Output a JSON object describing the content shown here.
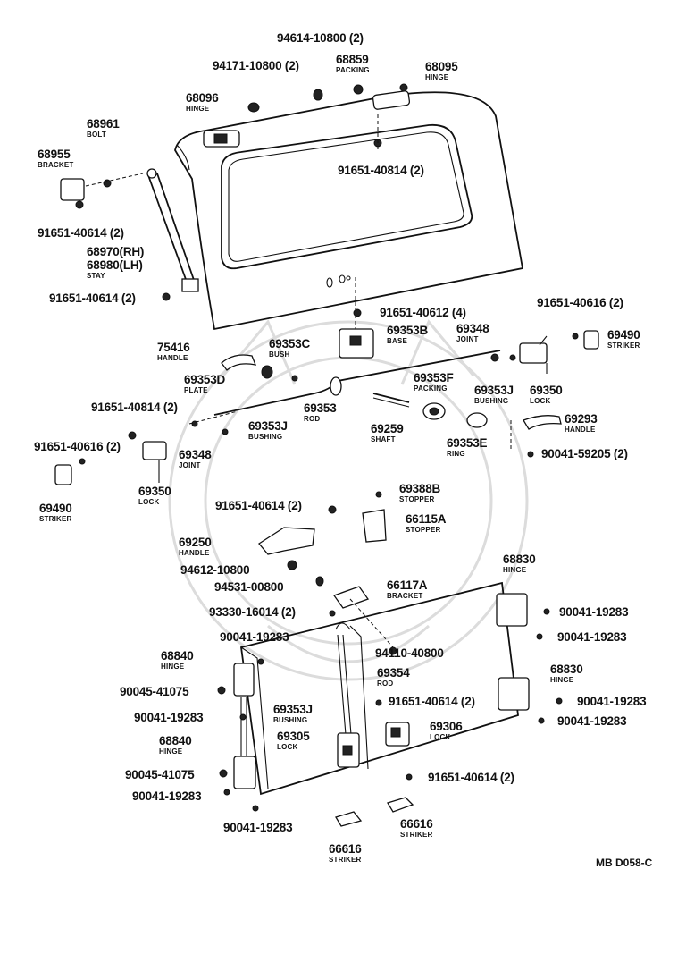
{
  "diagram_code": "MB D058-C",
  "labels": [
    {
      "id": "l01",
      "part": "94614-10800 (2)",
      "name": ""
    },
    {
      "id": "l02",
      "part": "68859",
      "name": "PACKING"
    },
    {
      "id": "l03",
      "part": "68095",
      "name": "HINGE"
    },
    {
      "id": "l04",
      "part": "94171-10800 (2)",
      "name": ""
    },
    {
      "id": "l05",
      "part": "68096",
      "name": "HINGE"
    },
    {
      "id": "l06",
      "part": "68961",
      "name": "BOLT"
    },
    {
      "id": "l07",
      "part": "68955",
      "name": "BRACKET"
    },
    {
      "id": "l08",
      "part": "91651-40814 (2)",
      "name": ""
    },
    {
      "id": "l09",
      "part": "91651-40614 (2)",
      "name": ""
    },
    {
      "id": "l10",
      "part": "68970(RH)",
      "name": ""
    },
    {
      "id": "l11",
      "part": "68980(LH)",
      "name": "STAY"
    },
    {
      "id": "l12",
      "part": "91651-40614 (2)",
      "name": ""
    },
    {
      "id": "l13",
      "part": "91651-40612 (4)",
      "name": ""
    },
    {
      "id": "l14",
      "part": "91651-40616 (2)",
      "name": ""
    },
    {
      "id": "l15",
      "part": "69490",
      "name": "STRIKER"
    },
    {
      "id": "l16",
      "part": "69353B",
      "name": "BASE"
    },
    {
      "id": "l17",
      "part": "69348",
      "name": "JOINT"
    },
    {
      "id": "l18",
      "part": "75416",
      "name": "HANDLE"
    },
    {
      "id": "l19",
      "part": "69353C",
      "name": "BUSH"
    },
    {
      "id": "l20",
      "part": "69353D",
      "name": "PLATE"
    },
    {
      "id": "l21",
      "part": "69353F",
      "name": "PACKING"
    },
    {
      "id": "l22",
      "part": "69353J",
      "name": "BUSHING"
    },
    {
      "id": "l23",
      "part": "69350",
      "name": "LOCK"
    },
    {
      "id": "l24",
      "part": "69353",
      "name": "ROD"
    },
    {
      "id": "l25",
      "part": "91651-40814 (2)",
      "name": ""
    },
    {
      "id": "l26",
      "part": "69353J",
      "name": "BUSHING"
    },
    {
      "id": "l27",
      "part": "69259",
      "name": "SHAFT"
    },
    {
      "id": "l28",
      "part": "69293",
      "name": "HANDLE"
    },
    {
      "id": "l29",
      "part": "91651-40616 (2)",
      "name": ""
    },
    {
      "id": "l30",
      "part": "69348",
      "name": "JOINT"
    },
    {
      "id": "l31",
      "part": "69353E",
      "name": "RING"
    },
    {
      "id": "l32",
      "part": "90041-59205 (2)",
      "name": ""
    },
    {
      "id": "l33",
      "part": "69350",
      "name": "LOCK"
    },
    {
      "id": "l34",
      "part": "69490",
      "name": "STRIKER"
    },
    {
      "id": "l35",
      "part": "69388B",
      "name": "STOPPER"
    },
    {
      "id": "l36",
      "part": "91651-40614 (2)",
      "name": ""
    },
    {
      "id": "l37",
      "part": "66115A",
      "name": "STOPPER"
    },
    {
      "id": "l38",
      "part": "69250",
      "name": "HANDLE"
    },
    {
      "id": "l39",
      "part": "94612-10800",
      "name": ""
    },
    {
      "id": "l40",
      "part": "68830",
      "name": "HINGE"
    },
    {
      "id": "l41",
      "part": "94531-00800",
      "name": ""
    },
    {
      "id": "l42",
      "part": "66117A",
      "name": "BRACKET"
    },
    {
      "id": "l43",
      "part": "93330-16014 (2)",
      "name": ""
    },
    {
      "id": "l44",
      "part": "90041-19283",
      "name": ""
    },
    {
      "id": "l45",
      "part": "90041-19283",
      "name": ""
    },
    {
      "id": "l46",
      "part": "90041-19283",
      "name": ""
    },
    {
      "id": "l47",
      "part": "94110-40800",
      "name": ""
    },
    {
      "id": "l48",
      "part": "68840",
      "name": "HINGE"
    },
    {
      "id": "l49",
      "part": "69354",
      "name": "ROD"
    },
    {
      "id": "l50",
      "part": "68830",
      "name": "HINGE"
    },
    {
      "id": "l51",
      "part": "90045-41075",
      "name": ""
    },
    {
      "id": "l52",
      "part": "91651-40614 (2)",
      "name": ""
    },
    {
      "id": "l53",
      "part": "90041-19283",
      "name": ""
    },
    {
      "id": "l54",
      "part": "90041-19283",
      "name": ""
    },
    {
      "id": "l55",
      "part": "69353J",
      "name": "BUSHING"
    },
    {
      "id": "l56",
      "part": "69306",
      "name": "LOCK"
    },
    {
      "id": "l57",
      "part": "90041-19283",
      "name": ""
    },
    {
      "id": "l58",
      "part": "69305",
      "name": "LOCK"
    },
    {
      "id": "l59",
      "part": "68840",
      "name": "HINGE"
    },
    {
      "id": "l60",
      "part": "90045-41075",
      "name": ""
    },
    {
      "id": "l61",
      "part": "91651-40614 (2)",
      "name": ""
    },
    {
      "id": "l62",
      "part": "90041-19283",
      "name": ""
    },
    {
      "id": "l63",
      "part": "66616",
      "name": "STRIKER"
    },
    {
      "id": "l64",
      "part": "90041-19283",
      "name": ""
    },
    {
      "id": "l65",
      "part": "66616",
      "name": "STRIKER"
    }
  ]
}
